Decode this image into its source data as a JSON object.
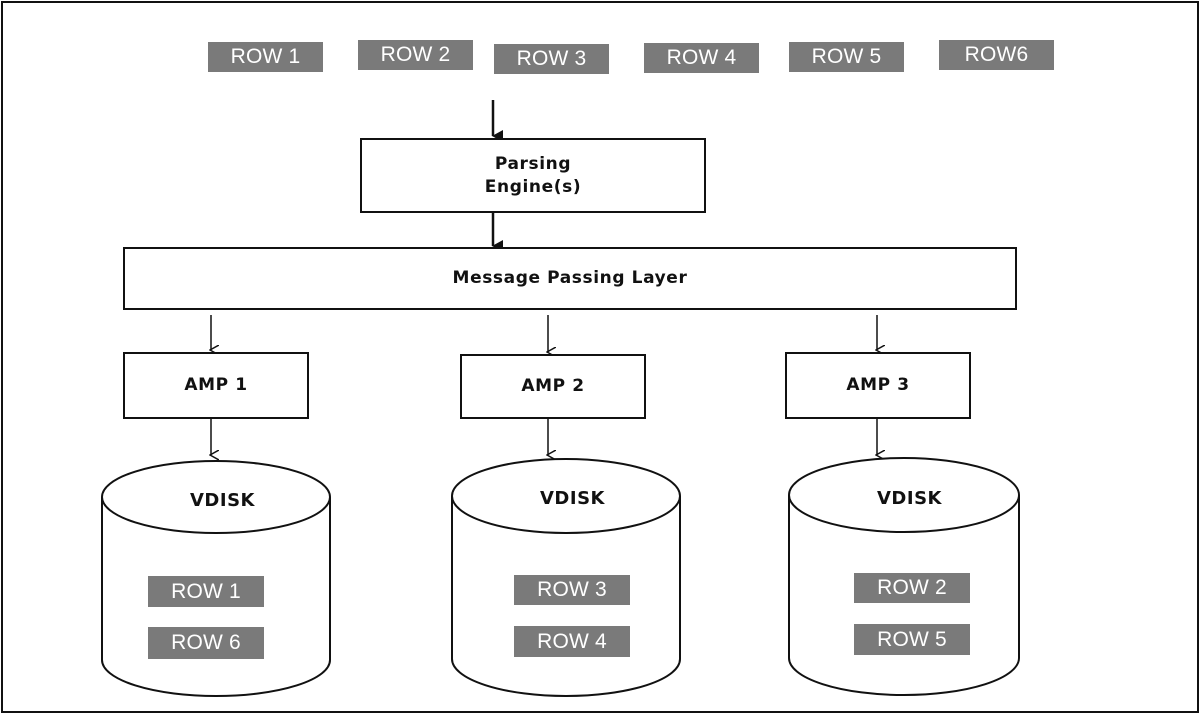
{
  "input_rows": [
    "ROW 1",
    "ROW 2",
    "ROW 3",
    "ROW 4",
    "ROW 5",
    "ROW6"
  ],
  "parsing_engine": {
    "line1": "Parsing",
    "line2": "Engine(s)"
  },
  "message_layer": "Message Passing Layer",
  "amps": [
    {
      "label": "AMP 1",
      "vdisk": "VDISK",
      "rows": [
        "ROW 1",
        "ROW 6"
      ]
    },
    {
      "label": "AMP 2",
      "vdisk": "VDISK",
      "rows": [
        "ROW 3",
        "ROW 4"
      ]
    },
    {
      "label": "AMP 3",
      "vdisk": "VDISK",
      "rows": [
        "ROW 2",
        "ROW 5"
      ]
    }
  ],
  "colors": {
    "row_fill": "#7a7a7a",
    "stroke": "#111111"
  }
}
